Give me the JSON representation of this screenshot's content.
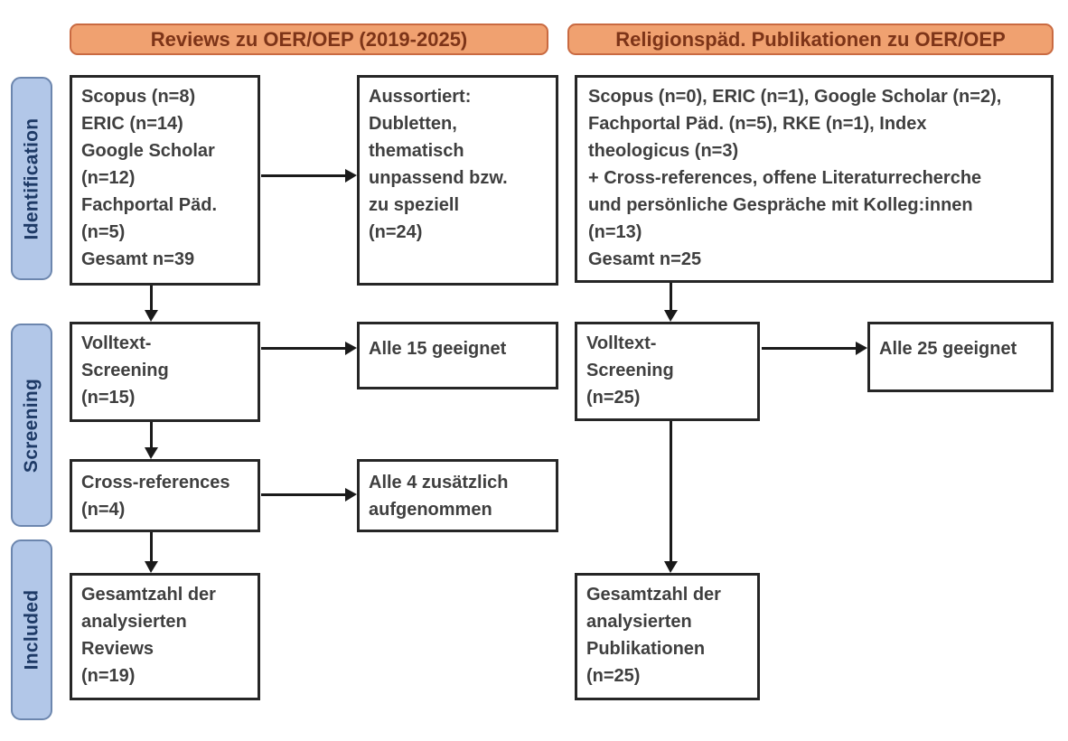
{
  "diagram": {
    "type": "prisma-flow",
    "colors": {
      "header_fill": "#f0a170",
      "header_border": "#c96a41",
      "header_text": "#7d3418",
      "stage_fill": "#b2c7e8",
      "stage_border": "#6c86ae",
      "stage_text": "#1e3a66",
      "box_border": "#262626",
      "box_text": "#3f3f3f",
      "arrow": "#1a1a1a"
    },
    "headers": {
      "left": "Reviews zu OER/OEP (2019-2025)",
      "right": "Religionspäd. Publikationen zu OER/OEP"
    },
    "stages": {
      "identification": "Identification",
      "screening": "Screening",
      "included": "Included"
    },
    "left_column": {
      "identification_box": "Scopus (n=8)\nERIC (n=14)\nGoogle Scholar\n(n=12)\nFachportal Päd.\n(n=5)\nGesamt n=39",
      "excluded_box": "Aussortiert:\nDubletten,\nthematisch\nunpassend bzw.\nzu speziell\n(n=24)",
      "fulltext_box": "Volltext-\nScreening\n(n=15)",
      "fulltext_result_box": "Alle 15 geeignet",
      "crossref_box": "Cross-references\n(n=4)",
      "crossref_result_box": "Alle 4 zusätzlich\naufgenommen",
      "included_box": "Gesamtzahl der\nanalysierten\nReviews\n(n=19)"
    },
    "right_column": {
      "identification_box": "Scopus (n=0), ERIC (n=1), Google Scholar (n=2),\nFachportal Päd. (n=5), RKE (n=1), Index\ntheologicus (n=3)\n+ Cross-references, offene Literaturrecherche\nund persönliche Gespräche mit Kolleg:innen\n(n=13)\nGesamt n=25",
      "fulltext_box": "Volltext-\nScreening\n(n=25)",
      "fulltext_result_box": "Alle 25 geeignet",
      "included_box": "Gesamtzahl der\nanalysierten\nPublikationen\n(n=25)"
    }
  }
}
